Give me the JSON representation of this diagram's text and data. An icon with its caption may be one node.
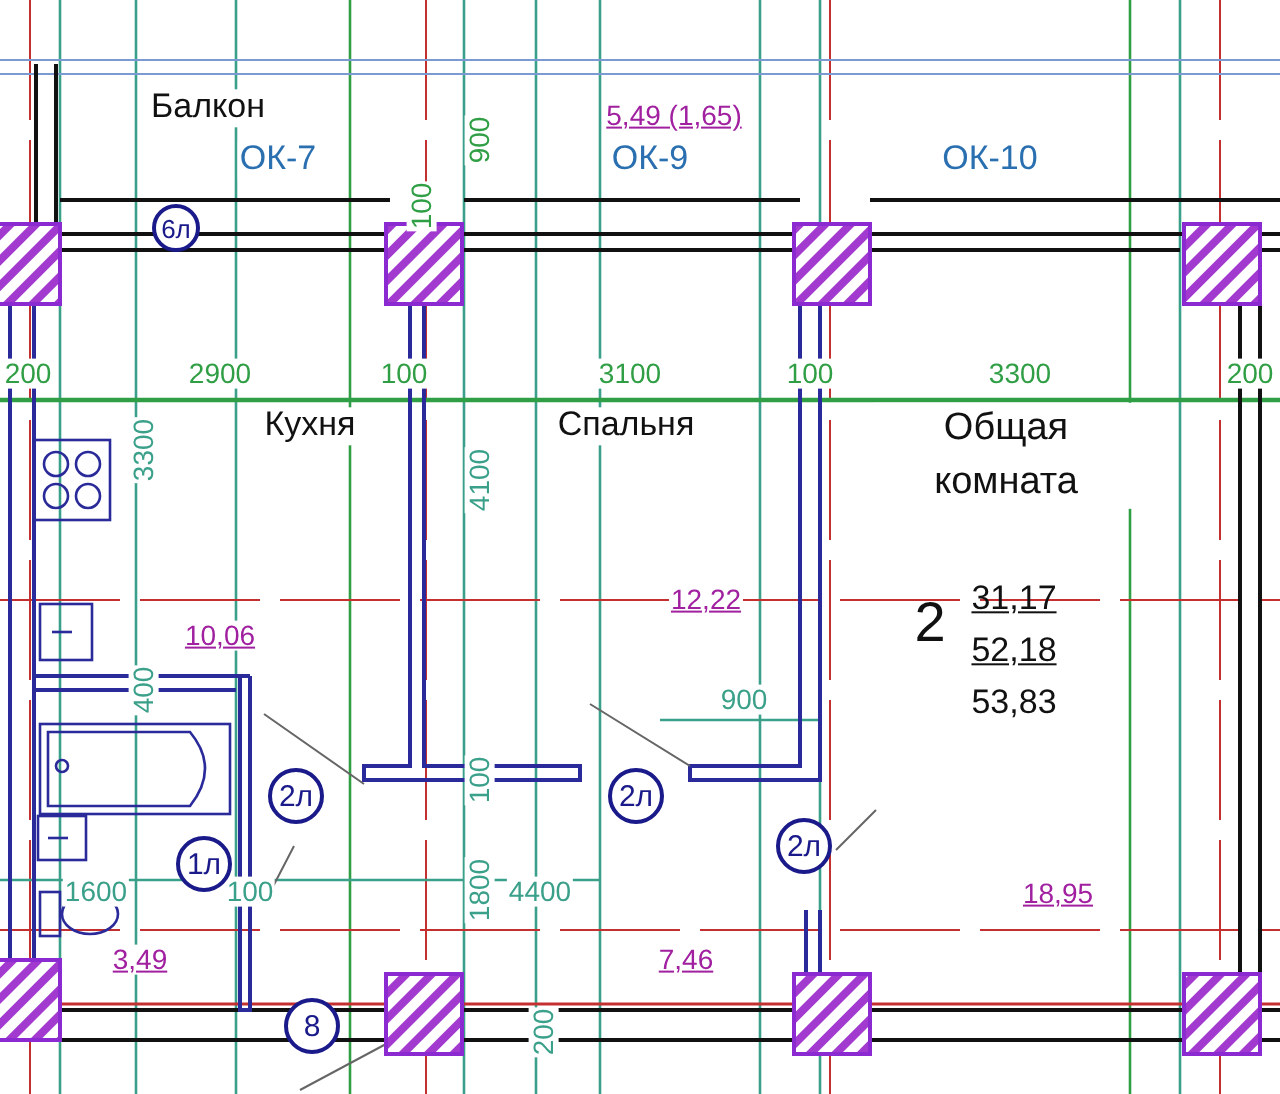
{
  "diagram": {
    "nodes": [
      {
        "text": [
          "6л"
        ]
      },
      {
        "text": [
          "2л"
        ]
      },
      {
        "text": [
          "2л"
        ]
      },
      {
        "text": [
          "1л"
        ]
      },
      {
        "text": [
          "2л"
        ]
      },
      {
        "text": [
          "8"
        ]
      }
    ],
    "labels": [
      "Балкон",
      "ОК-7",
      "5,49 (1,65)",
      "ОК-9",
      "ОК-10",
      "900",
      "100",
      "200",
      "2900",
      "100",
      "3100",
      "100",
      "3300",
      "200",
      "3300",
      "Кухня",
      "4100",
      "Спальня",
      "Общая комната",
      "10,06",
      "12,22",
      "2",
      "31,17",
      "52,18",
      "900",
      "53,83",
      "400",
      "100",
      "1600",
      "100",
      "1800",
      "4400",
      "3,49",
      "7,46",
      "18,95",
      "200"
    ]
  }
}
